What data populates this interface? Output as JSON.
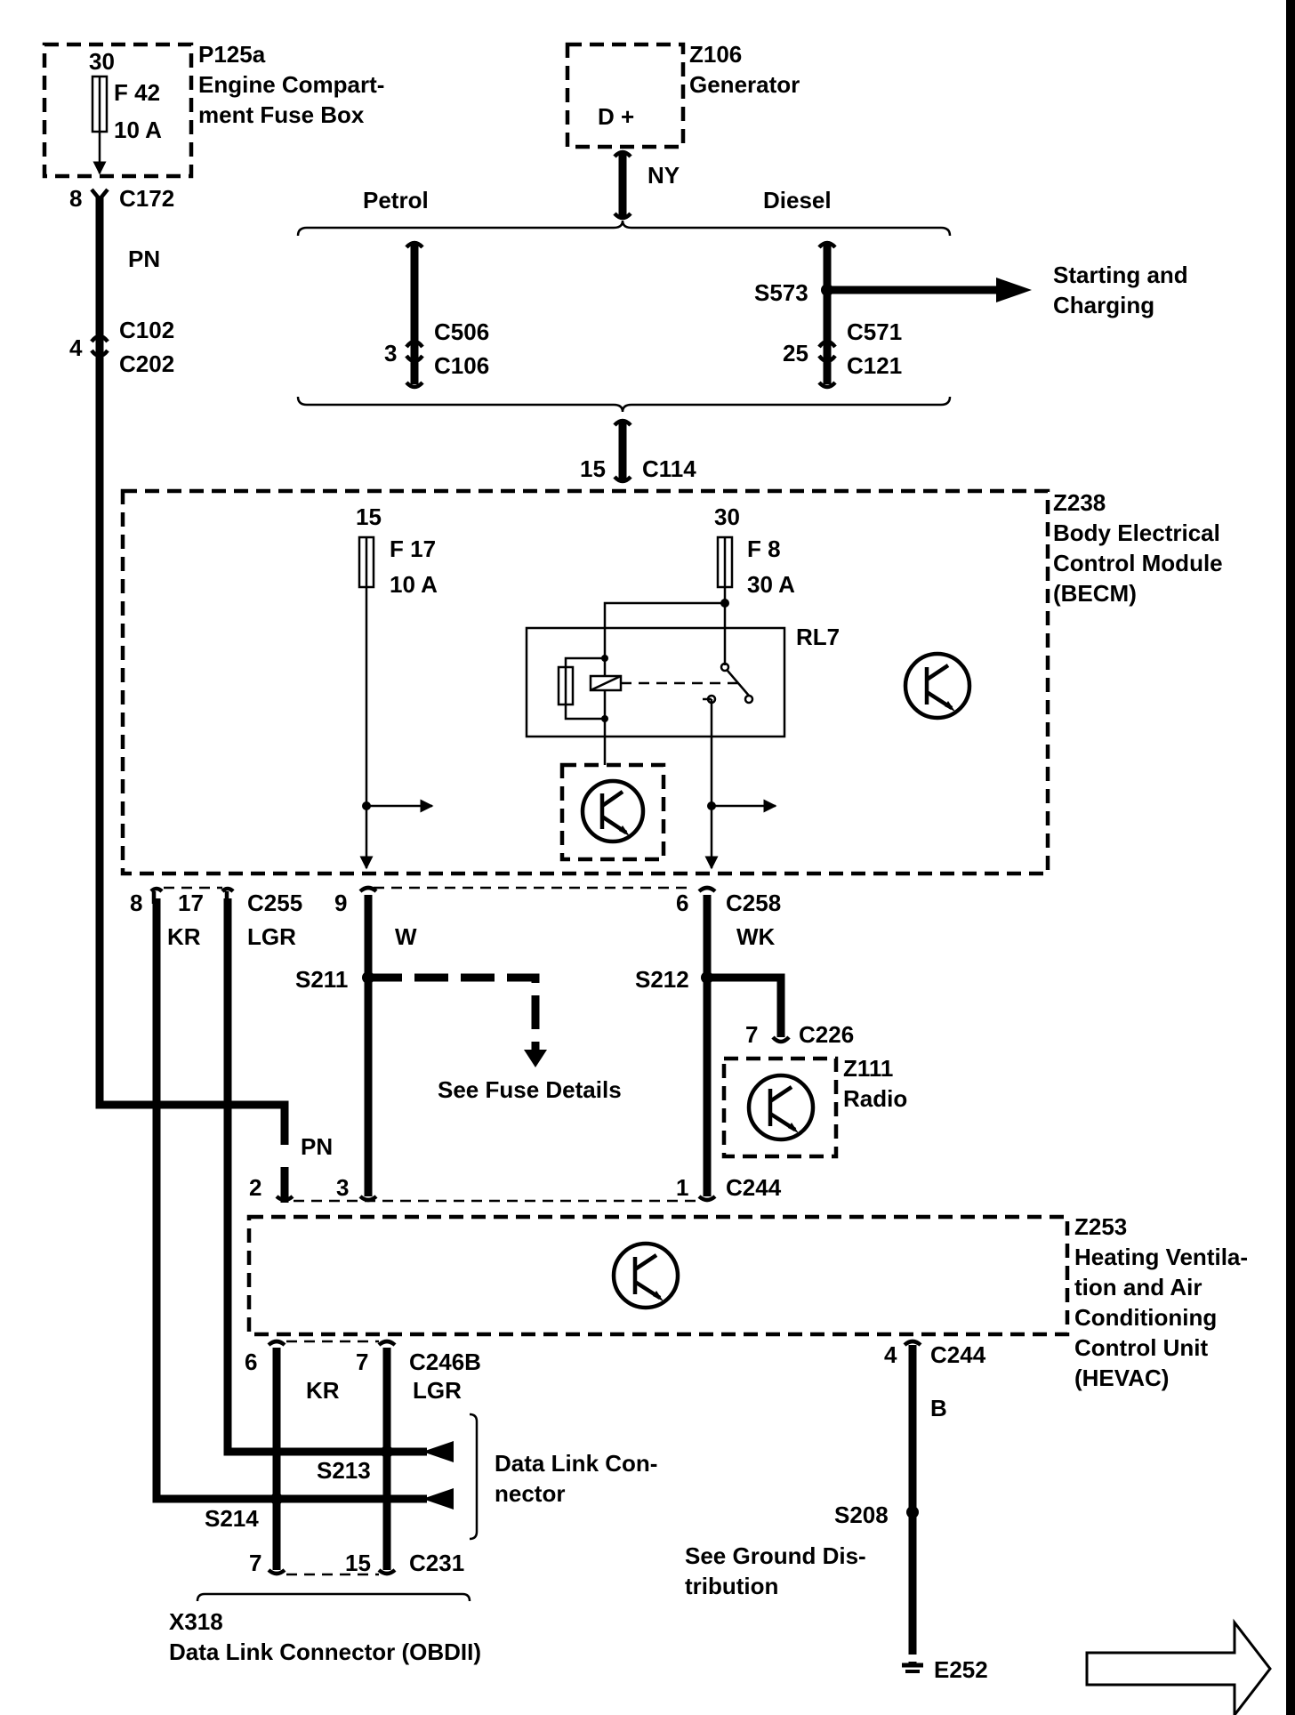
{
  "components": {
    "fuse_box": {
      "id": "P125a",
      "name_line1": "Engine Compart-",
      "name_line2": "ment Fuse Box",
      "terminal": "30",
      "fuse": "F 42",
      "rating": "10 A"
    },
    "generator": {
      "id": "Z106",
      "name": "Generator",
      "terminal": "D +"
    },
    "becm": {
      "id": "Z238",
      "name_line1": "Body Electrical",
      "name_line2": "Control Module",
      "name_line3": "(BECM)",
      "fuse1_terminal": "15",
      "fuse1": "F 17",
      "fuse1_rating": "10 A",
      "fuse2_terminal": "30",
      "fuse2": "F 8",
      "fuse2_rating": "30 A",
      "relay": "RL7"
    },
    "radio": {
      "id": "Z111",
      "name": "Radio"
    },
    "hevac": {
      "id": "Z253",
      "name_line1": "Heating Ventila-",
      "name_line2": "tion and Air",
      "name_line3": "Conditioning",
      "name_line4": "Control Unit",
      "name_line5": "(HEVAC)"
    },
    "dlc": {
      "id": "X318",
      "name": "Data Link Connector (OBDII)"
    }
  },
  "labels": {
    "petrol": "Petrol",
    "diesel": "Diesel",
    "starting": "Starting and",
    "charging": "Charging",
    "see_fuse": "See Fuse Details",
    "dlc_side1": "Data Link Con-",
    "dlc_side2": "nector",
    "see_ground1": "See Ground Dis-",
    "see_ground2": "tribution"
  },
  "wires": {
    "pn": "PN",
    "ny": "NY",
    "kr": "KR",
    "lgr": "LGR",
    "w": "W",
    "wk": "WK",
    "b": "B"
  },
  "connectors": {
    "c172": "C172",
    "c172_pin": "8",
    "c102": "C102",
    "c202": "C202",
    "c102_pin": "4",
    "c506": "C506",
    "c106": "C106",
    "c506_pin": "3",
    "c571": "C571",
    "c121": "C121",
    "c571_pin": "25",
    "s573": "S573",
    "c114": "C114",
    "c114_pin": "15",
    "c255": "C255",
    "c255_pin8": "8",
    "c255_pin17": "17",
    "c255_pin9": "9",
    "c258": "C258",
    "c258_pin": "6",
    "s211": "S211",
    "s212": "S212",
    "c226": "C226",
    "c226_pin": "7",
    "c244": "C244",
    "c244_pin2": "2",
    "c244_pin3": "3",
    "c244_pin1": "1",
    "c244b": "C244",
    "c244b_pin": "4",
    "c246b": "C246B",
    "c246b_pin6": "6",
    "c246b_pin7": "7",
    "s213": "S213",
    "s214": "S214",
    "s208": "S208",
    "c231": "C231",
    "c231_pin7": "7",
    "c231_pin15": "15",
    "e252": "E252"
  },
  "icons": [
    "transistor-icon",
    "fuse-icon",
    "relay-icon",
    "arrow-right-icon",
    "next-page-arrow-icon"
  ]
}
